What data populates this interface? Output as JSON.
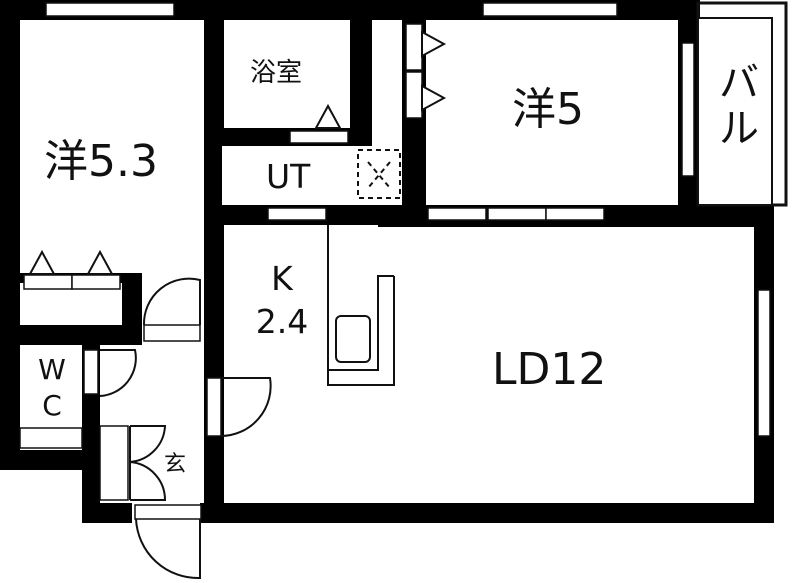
{
  "diagram": {
    "type": "floor-plan",
    "layout": "1LDK + K",
    "colors": {
      "wall": "#000000",
      "background": "#ffffff",
      "line": "#111111"
    }
  },
  "rooms": {
    "western_53": {
      "label": "洋5.3",
      "meaning": "Western-style room 5.3 jo"
    },
    "bathroom": {
      "label": "浴室",
      "meaning": "Bathroom"
    },
    "utility": {
      "label": "UT",
      "meaning": "Utility / washroom"
    },
    "western_5": {
      "label": "洋5",
      "meaning": "Western-style room 5 jo"
    },
    "balcony": {
      "label_line1": "バ",
      "label_line2": "ル",
      "meaning": "Balcony"
    },
    "kitchen": {
      "label_line1": "K",
      "label_line2": "2.4",
      "meaning": "Kitchen 2.4 jo"
    },
    "living_dining": {
      "label": "LD12",
      "meaning": "Living/Dining 12 jo"
    },
    "toilet": {
      "label_line1": "W",
      "label_line2": "C",
      "meaning": "Toilet"
    },
    "entrance": {
      "label": "玄",
      "meaning": "Entrance (genkan)"
    }
  },
  "icons": {
    "washer_space": "washing-machine-pan-icon",
    "closet": "closet-triangle-icon",
    "sink": "kitchen-sink-icon"
  }
}
